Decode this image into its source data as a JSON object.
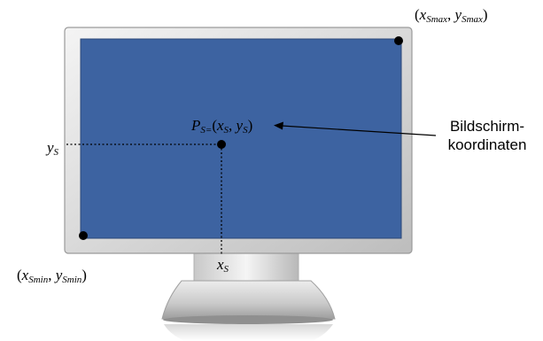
{
  "screen_color": "#3d63a1",
  "label_max": {
    "open": "(",
    "x": "x",
    "x_sub": "Smax",
    "sep": ", ",
    "y": "y",
    "y_sub": "Smax",
    "close": ")"
  },
  "label_min": {
    "open": "(",
    "x": "x",
    "x_sub": "Smin",
    "sep": ", ",
    "y": "y",
    "y_sub": "Smin",
    "close": ")"
  },
  "label_point": {
    "p": "P",
    "p_sub": "S=",
    "open": "(",
    "x": "x",
    "x_sub": "S",
    "sep": ", ",
    "y": "y",
    "y_sub": "S",
    "close": ")"
  },
  "label_ys": {
    "y": "y",
    "y_sub": "S"
  },
  "label_xs": {
    "x": "x",
    "x_sub": "S"
  },
  "callout": {
    "line1": "Bildschirm-",
    "line2": "koordinaten"
  }
}
